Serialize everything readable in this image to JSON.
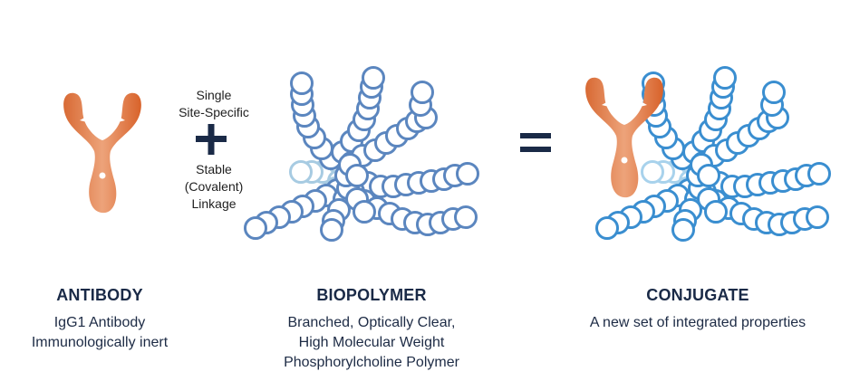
{
  "colors": {
    "navy": "#1a2a47",
    "antibody_orange": "#e07a45",
    "antibody_orange_dark": "#d86428",
    "polymer_blue": "#5b86bf",
    "polymer_light": "#a7cbe2",
    "conjugate_blue": "#3a8ed0",
    "conjugate_light": "#a8d2ec"
  },
  "linkage": {
    "line1": "Single",
    "line2": "Site-Specific",
    "plus_icon": "plus-icon",
    "line3": "Stable",
    "line4": "(Covalent)",
    "line5": "Linkage"
  },
  "equals_icon": "equals-icon",
  "panels": {
    "antibody": {
      "title": "ANTIBODY",
      "desc": [
        "IgG1 Antibody",
        "Immunologically inert"
      ],
      "icon": "antibody-icon"
    },
    "biopolymer": {
      "title": "BIOPOLYMER",
      "desc": [
        "Branched, Optically Clear,",
        "High Molecular Weight",
        "Phosphorylcholine Polymer"
      ],
      "icon": "polymer-icon"
    },
    "conjugate": {
      "title": "CONJUGATE",
      "desc": [
        "A new set of integrated properties"
      ],
      "icon": "conjugate-icon"
    }
  }
}
